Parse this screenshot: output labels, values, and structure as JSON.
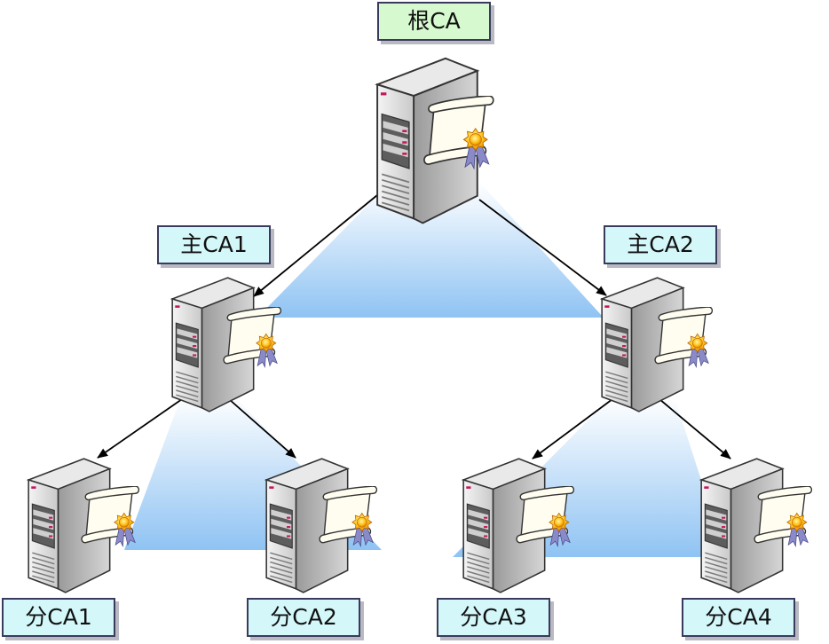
{
  "nodes": {
    "root": {
      "label": "根CA"
    },
    "main1": {
      "label": "主CA1"
    },
    "main2": {
      "label": "主CA2"
    },
    "sub1": {
      "label": "分CA1"
    },
    "sub2": {
      "label": "分CA2"
    },
    "sub3": {
      "label": "分CA3"
    },
    "sub4": {
      "label": "分CA4"
    }
  },
  "edges": [
    {
      "from": "root",
      "to": "main1"
    },
    {
      "from": "root",
      "to": "main2"
    },
    {
      "from": "main1",
      "to": "sub1"
    },
    {
      "from": "main1",
      "to": "sub2"
    },
    {
      "from": "main2",
      "to": "sub3"
    },
    {
      "from": "main2",
      "to": "sub4"
    }
  ],
  "colors": {
    "root_label_bg": "#d6f9cf",
    "node_label_bg": "#d4f7fa",
    "fan_gradient_top": "#ffffff",
    "fan_gradient_bottom": "#8fc3f3",
    "arrow": "#000000"
  },
  "icons": [
    "server-icon",
    "certificate-icon"
  ]
}
